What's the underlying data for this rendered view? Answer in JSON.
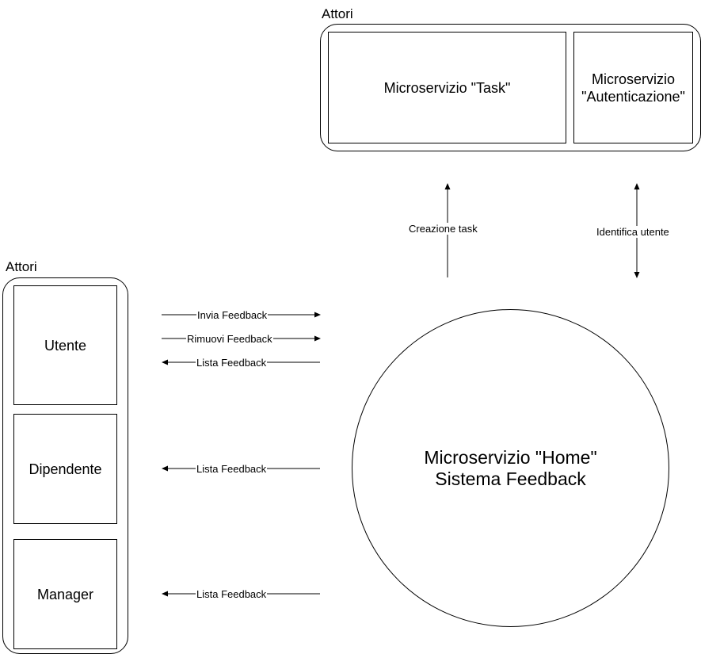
{
  "top_group": {
    "label": "Attori",
    "task_service": "Microservizio \"Task\"",
    "auth_service_line1": "Microservizio",
    "auth_service_line2": "\"Autenticazione\""
  },
  "left_group": {
    "label": "Attori",
    "actors": [
      "Utente",
      "Dipendente",
      "Manager"
    ]
  },
  "home_service": {
    "line1": "Microservizio \"Home\"",
    "line2": "Sistema Feedback"
  },
  "edges": {
    "creazione_task": "Creazione task",
    "identifica_utente": "Identifica utente",
    "invia_feedback": "Invia Feedback",
    "rimuovi_feedback": "Rimuovi Feedback",
    "lista_feedback_utente": "Lista Feedback",
    "lista_feedback_dipendente": "Lista Feedback",
    "lista_feedback_manager": "Lista Feedback"
  }
}
